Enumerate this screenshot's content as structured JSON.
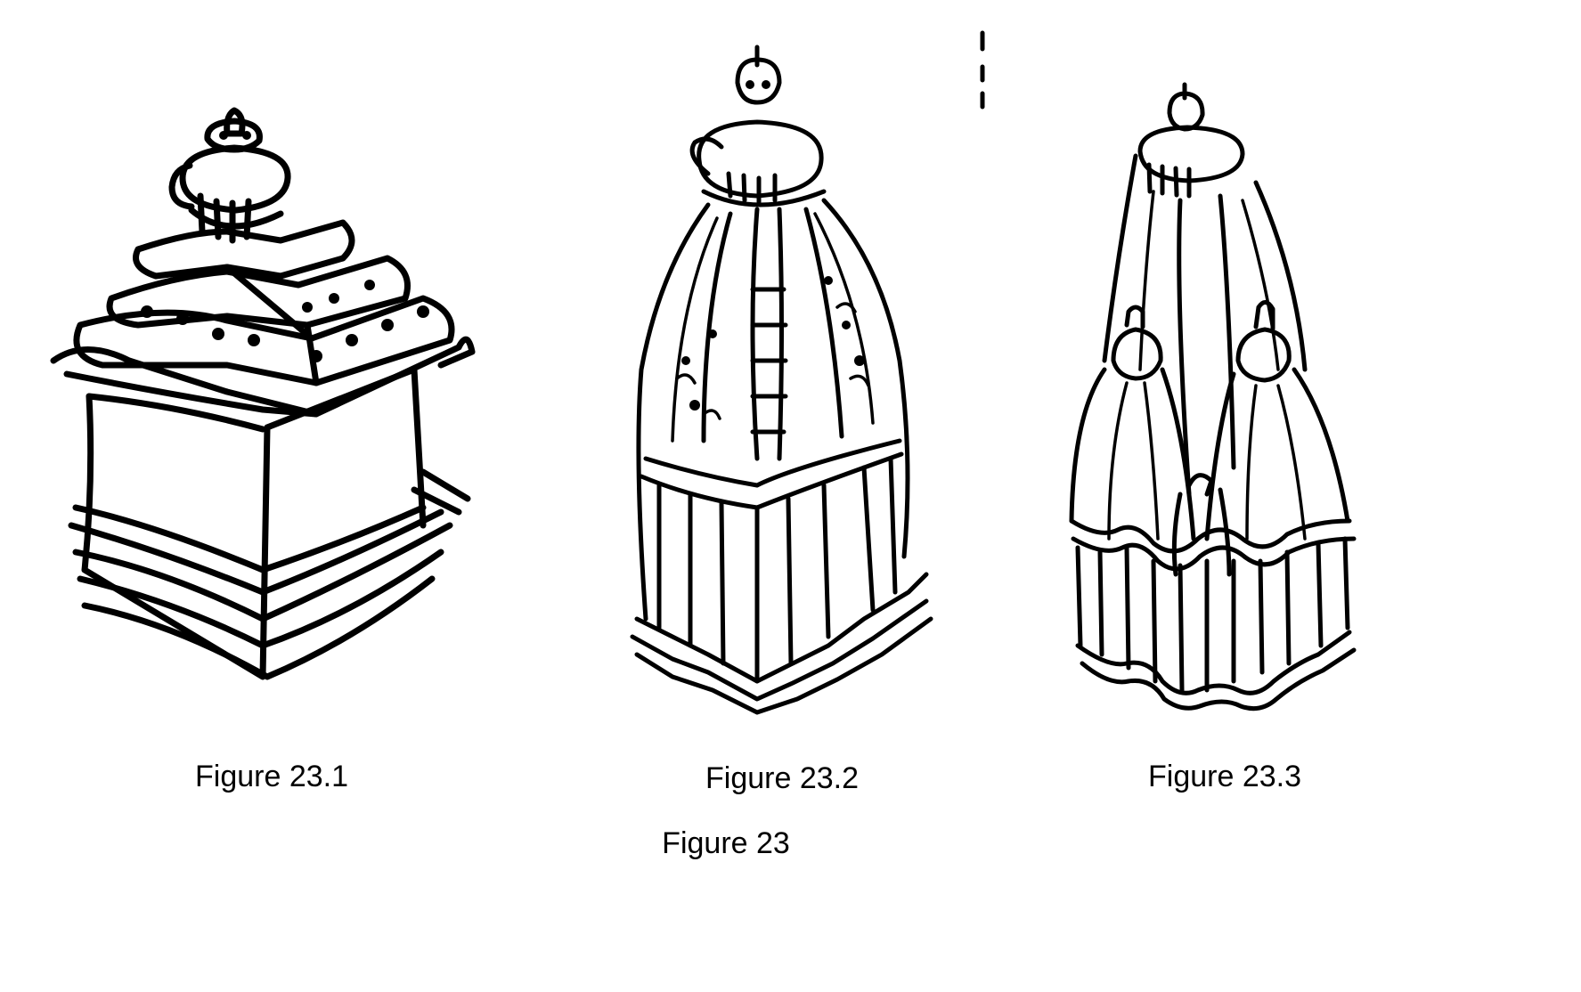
{
  "figures": [
    {
      "caption": "Figure 23.1",
      "drawing": "temple-drawing-1"
    },
    {
      "caption": "Figure 23.2",
      "drawing": "temple-drawing-2"
    },
    {
      "caption": "Figure 23.3",
      "drawing": "temple-drawing-3"
    }
  ],
  "main_caption": "Figure 23"
}
